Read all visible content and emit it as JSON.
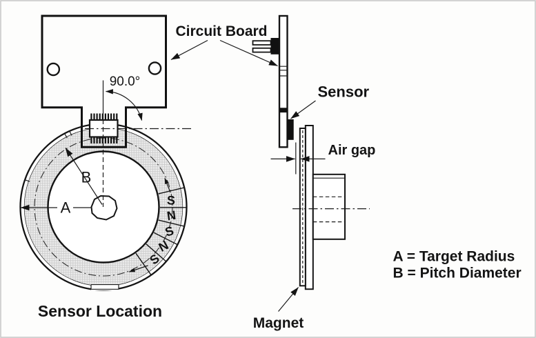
{
  "figure": {
    "type": "engineering-diagram",
    "description_visible_text_only": true,
    "colors": {
      "background": "#fdfdfc",
      "line": "#141414",
      "hatch_line": "#c6c6c6",
      "hatch_fill": "#ececec",
      "frame_border": "#c9c9c9"
    }
  },
  "labels": {
    "circuit_board": "Circuit Board",
    "sensor": "Sensor",
    "air_gap": "Air gap",
    "magnet": "Magnet",
    "sensor_location": "Sensor Location",
    "angle": "90.0°",
    "radius_letter": "A",
    "pitch_letter": "B"
  },
  "legend": {
    "line_a": "A = Target Radius",
    "line_b": "B = Pitch Diameter"
  },
  "front_view": {
    "poles": [
      "S",
      "N",
      "S",
      "N",
      "S"
    ]
  }
}
